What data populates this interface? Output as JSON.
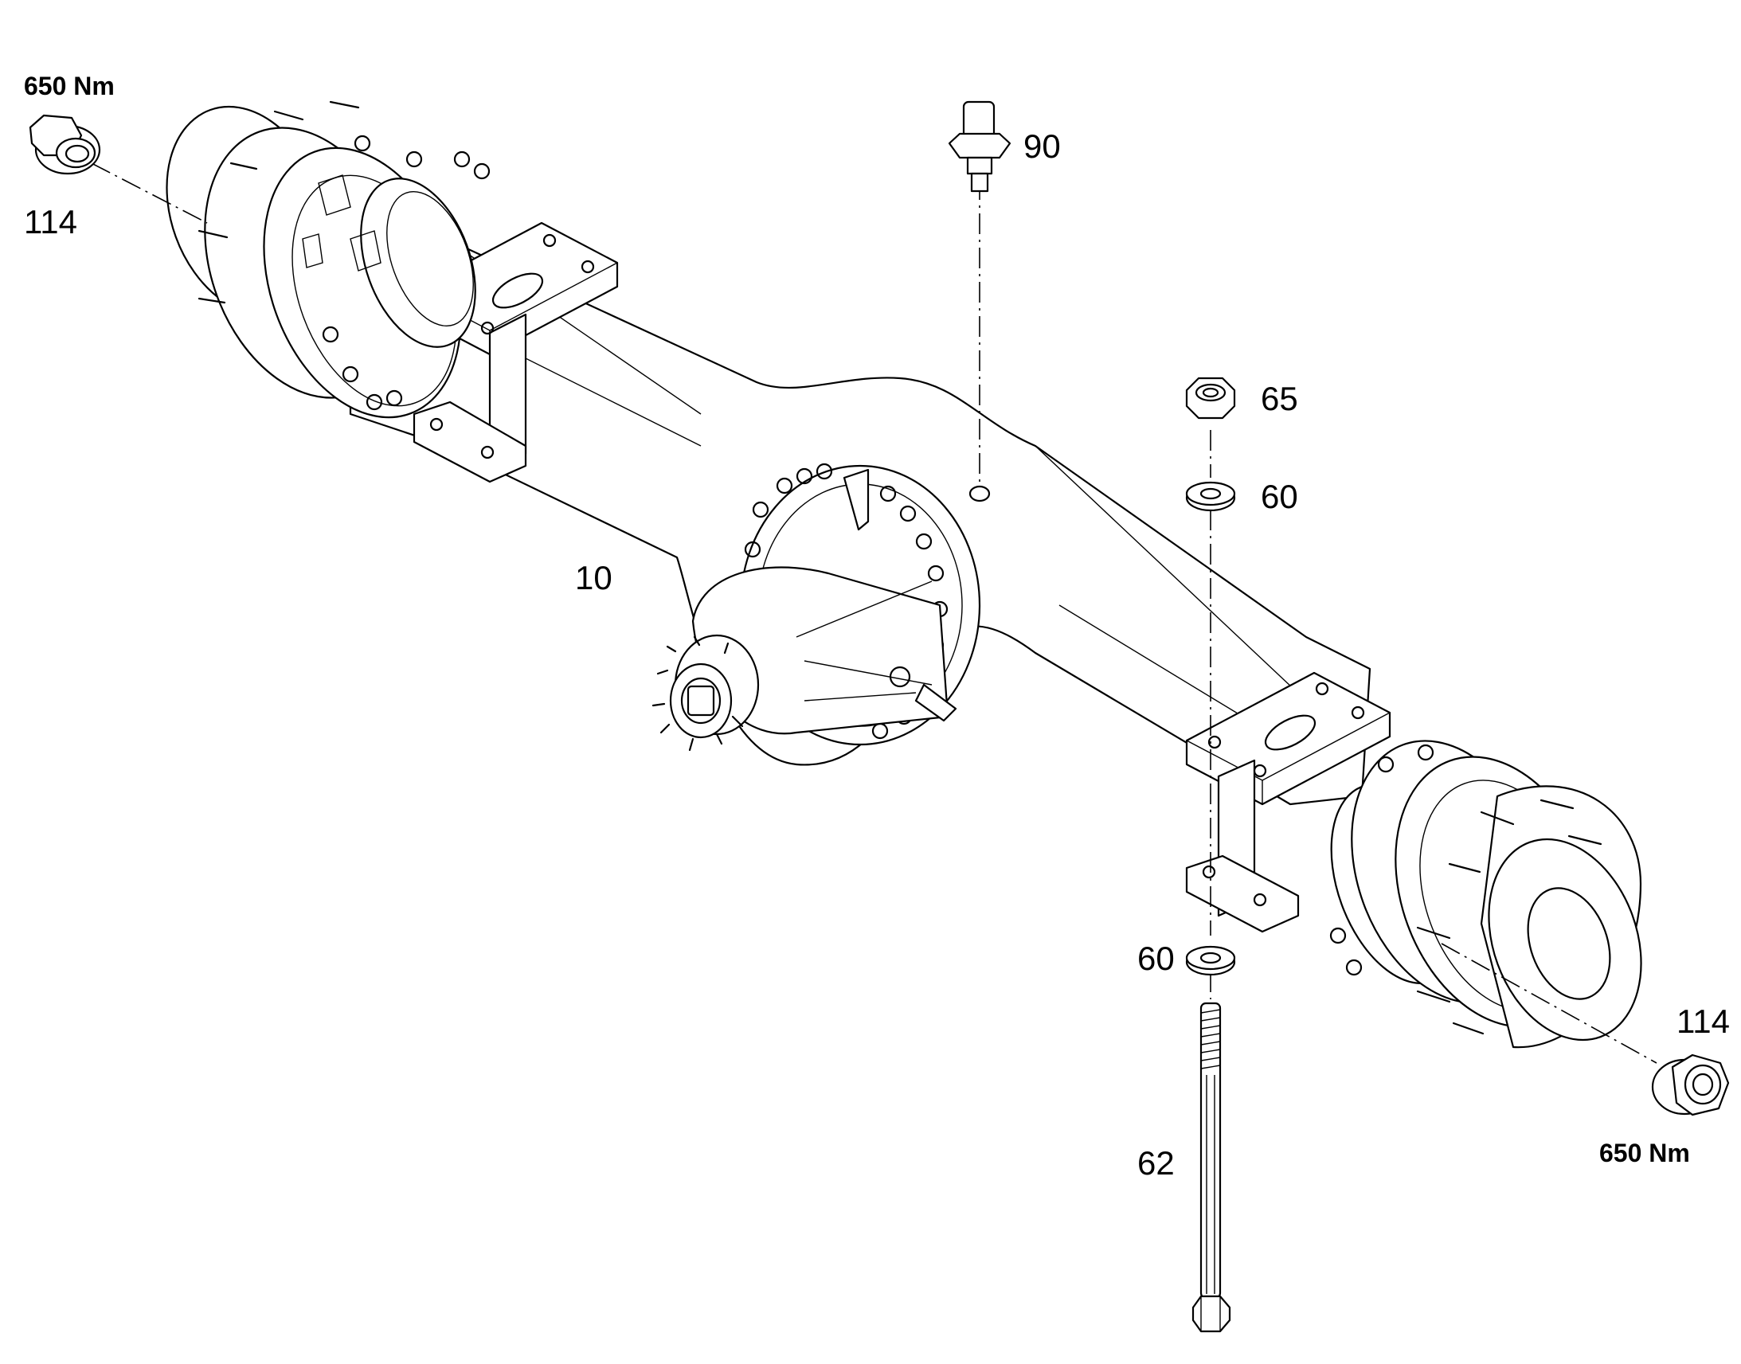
{
  "callouts": {
    "torque_left": "650 Nm",
    "nut_left": "114",
    "fitting": "90",
    "nut_upper": "65",
    "washer_upper": "60",
    "axle": "10",
    "washer_lower": "60",
    "bolt": "62",
    "nut_right": "114",
    "torque_right": "650 Nm"
  },
  "icons": [
    "flange-nut-icon",
    "breather-fitting-icon",
    "hex-nut-icon",
    "washer-icon",
    "u-bolt-icon",
    "axle-housing-icon",
    "wheel-hub-icon",
    "differential-icon"
  ],
  "colors": {
    "line": "#000000",
    "background": "#ffffff"
  }
}
